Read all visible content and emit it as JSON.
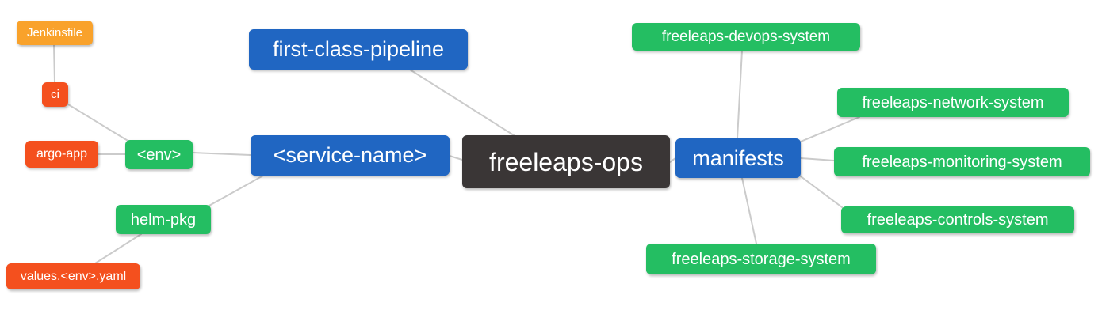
{
  "diagram": {
    "background": "#ffffff",
    "edge_color": "#cbcbcb",
    "palette": {
      "orange": "#f9a22b",
      "red": "#f4501e",
      "green": "#24be62",
      "blue": "#2066c2",
      "dark": "#3a3636",
      "text": "#ffffff"
    },
    "nodes": [
      {
        "id": "jenkinsfile",
        "label": "Jenkinsfile",
        "color": "orange"
      },
      {
        "id": "ci",
        "label": "ci",
        "color": "red"
      },
      {
        "id": "argo-app",
        "label": "argo-app",
        "color": "red"
      },
      {
        "id": "env",
        "label": "<env>",
        "color": "green"
      },
      {
        "id": "helm-pkg",
        "label": "helm-pkg",
        "color": "green"
      },
      {
        "id": "values-env-yaml",
        "label": "values.<env>.yaml",
        "color": "red"
      },
      {
        "id": "first-class-pipeline",
        "label": "first-class-pipeline",
        "color": "blue"
      },
      {
        "id": "service-name",
        "label": "<service-name>",
        "color": "blue"
      },
      {
        "id": "freeleaps-ops",
        "label": "freeleaps-ops",
        "color": "dark"
      },
      {
        "id": "manifests",
        "label": "manifests",
        "color": "blue"
      },
      {
        "id": "freeleaps-devops-system",
        "label": "freeleaps-devops-system",
        "color": "green"
      },
      {
        "id": "freeleaps-network-system",
        "label": "freeleaps-network-system",
        "color": "green"
      },
      {
        "id": "freeleaps-monitoring-system",
        "label": "freeleaps-monitoring-system",
        "color": "green"
      },
      {
        "id": "freeleaps-controls-system",
        "label": "freeleaps-controls-system",
        "color": "green"
      },
      {
        "id": "freeleaps-storage-system",
        "label": "freeleaps-storage-system",
        "color": "green"
      }
    ],
    "edges": [
      {
        "from": "Jenkinsfile",
        "to": "ci"
      },
      {
        "from": "ci",
        "to": "<env>"
      },
      {
        "from": "argo-app",
        "to": "<env>"
      },
      {
        "from": "<env>",
        "to": "<service-name>"
      },
      {
        "from": "<service-name>",
        "to": "helm-pkg"
      },
      {
        "from": "helm-pkg",
        "to": "values.<env>.yaml"
      },
      {
        "from": "first-class-pipeline",
        "to": "freeleaps-ops"
      },
      {
        "from": "<service-name>",
        "to": "freeleaps-ops"
      },
      {
        "from": "freeleaps-ops",
        "to": "manifests"
      },
      {
        "from": "manifests",
        "to": "freeleaps-devops-system"
      },
      {
        "from": "manifests",
        "to": "freeleaps-network-system"
      },
      {
        "from": "manifests",
        "to": "freeleaps-monitoring-system"
      },
      {
        "from": "manifests",
        "to": "freeleaps-controls-system"
      },
      {
        "from": "manifests",
        "to": "freeleaps-storage-system"
      }
    ]
  }
}
